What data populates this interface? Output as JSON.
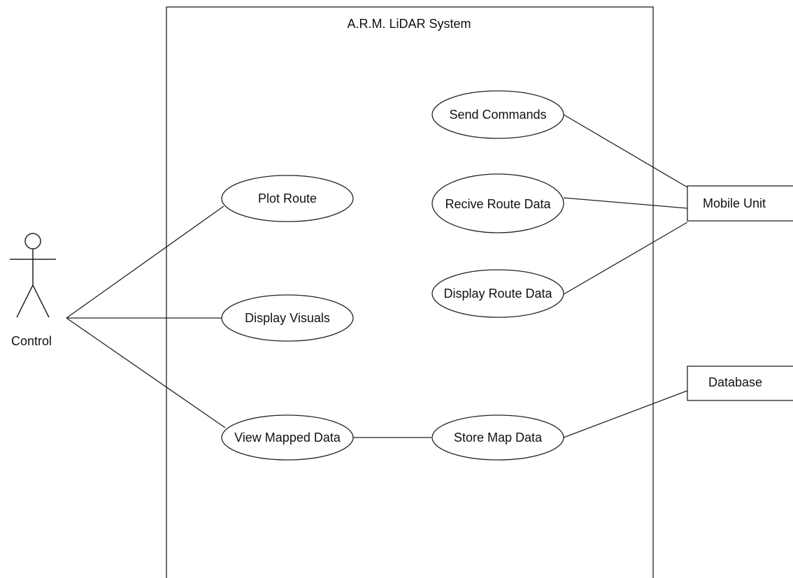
{
  "system": {
    "title": "A.R.M. LiDAR System"
  },
  "actors": {
    "control": {
      "label": "Control"
    }
  },
  "external_systems": {
    "mobile_unit": {
      "label": "Mobile Unit"
    },
    "database": {
      "label": "Database"
    }
  },
  "use_cases": {
    "send_commands": {
      "label": "Send Commands"
    },
    "plot_route": {
      "label": "Plot Route"
    },
    "recive_route_data": {
      "label": "Recive Route Data"
    },
    "display_route_data": {
      "label": "Display Route Data"
    },
    "display_visuals": {
      "label": "Display Visuals"
    },
    "view_mapped_data": {
      "label": "View Mapped Data"
    },
    "store_map_data": {
      "label": "Store Map Data"
    }
  },
  "colors": {
    "stroke": "#222222",
    "fill": "#ffffff",
    "text": "#111111"
  }
}
